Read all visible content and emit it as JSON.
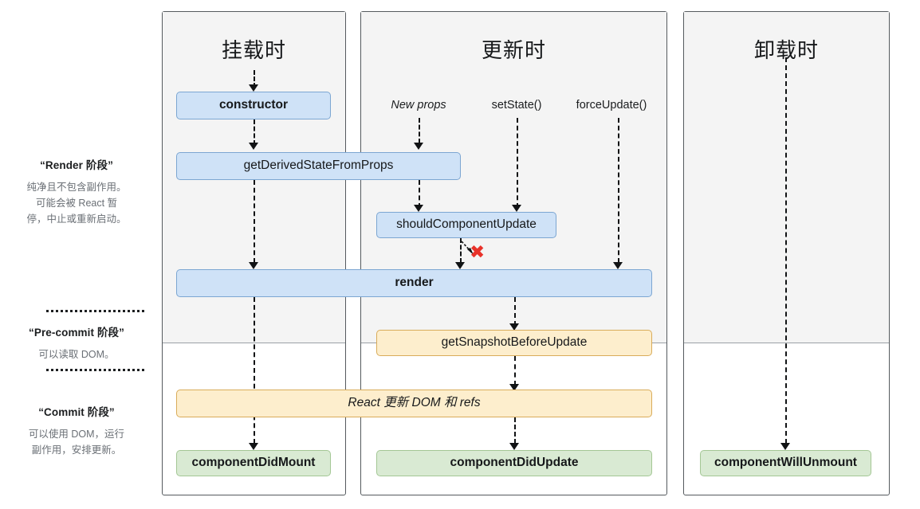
{
  "diagram": {
    "title": "React Component Lifecycle",
    "colors": {
      "render_phase_fill": "#cfe2f7",
      "render_phase_border": "#7ca6d2",
      "pre_commit_fill": "#fdeecd",
      "pre_commit_border": "#d9ac5a",
      "commit_fill": "#d9ead3",
      "commit_border": "#a4c795",
      "panel_top_background": "#f4f4f4",
      "panel_border": "#555a5e",
      "bailout_marker": "#e8322a"
    }
  },
  "phases": [
    {
      "title": "“Render 阶段”",
      "body_lines": [
        "纯净且不包含副作用。",
        "可能会被 React 暂",
        "停，中止或重新启动。"
      ]
    },
    {
      "title": "“Pre-commit 阶段”",
      "body_lines": [
        "可以读取 DOM。"
      ]
    },
    {
      "title": "“Commit 阶段”",
      "body_lines": [
        "可以使用 DOM，运行",
        "副作用，安排更新。"
      ]
    }
  ],
  "columns": {
    "mount": {
      "title": "挂载时"
    },
    "update": {
      "title": "更新时"
    },
    "unmount": {
      "title": "卸载时"
    }
  },
  "triggers": [
    {
      "label": "New props",
      "style": "italic"
    },
    {
      "label": "setState()",
      "style": "normal"
    },
    {
      "label": "forceUpdate()",
      "style": "normal"
    }
  ],
  "nodes": {
    "constructor": "constructor",
    "get_derived_state_from_props": "getDerivedStateFromProps",
    "should_component_update": "shouldComponentUpdate",
    "render": "render",
    "get_snapshot_before_update": "getSnapshotBeforeUpdate",
    "react_updates_dom": "React 更新 DOM 和 refs",
    "component_did_mount": "componentDidMount",
    "component_did_update": "componentDidUpdate",
    "component_will_unmount": "componentWillUnmount"
  },
  "markers": {
    "bailout_x": "✖"
  }
}
